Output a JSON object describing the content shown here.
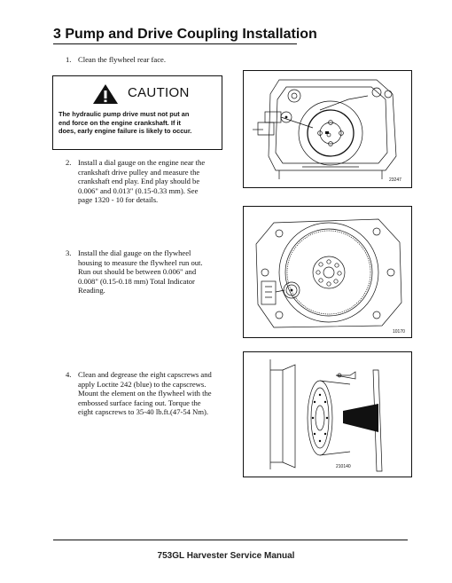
{
  "section": {
    "title": "3  Pump and Drive Coupling Installation"
  },
  "steps": [
    {
      "number": "1.",
      "lines": [
        "Clean the flywheel rear face."
      ]
    },
    {
      "number": "2.",
      "lines": [
        "Install a dial gauge on the engine near the",
        "crankshaft drive pulley and measure the",
        "crankshaft end play. End play should be",
        "0.006\" and 0.013\" (0.15-0.33 mm).  See",
        "page 1320 - 10 for details."
      ]
    },
    {
      "number": "3.",
      "lines": [
        "Install the dial gauge on the flywheel",
        "housing to measure the flywheel run out.",
        "Run out should be between 0.006\" and",
        "0.008\" (0.15-0.18 mm) Total Indicator",
        "Reading."
      ]
    },
    {
      "number": "4.",
      "lines": [
        "Clean and degrease the eight capscrews and",
        "apply Loctite 242 (blue) to the capscrews.",
        "Mount the element on the flywheel with the",
        "embossed surface facing out.  Torque the",
        "eight capscrews to 35-40 lb.ft.(47-54 Nm)."
      ]
    }
  ],
  "caution": {
    "title": "CAUTION",
    "lines": [
      "The hydraulic pump drive must not put an",
      "end force on the engine crankshaft.  If it",
      "does, early engine failure is likely to occur."
    ]
  },
  "figures": [
    {
      "code": "23247"
    },
    {
      "code": "10170"
    },
    {
      "code": "210140"
    }
  ],
  "footer": {
    "text": "753GL Harvester Service Manual"
  }
}
